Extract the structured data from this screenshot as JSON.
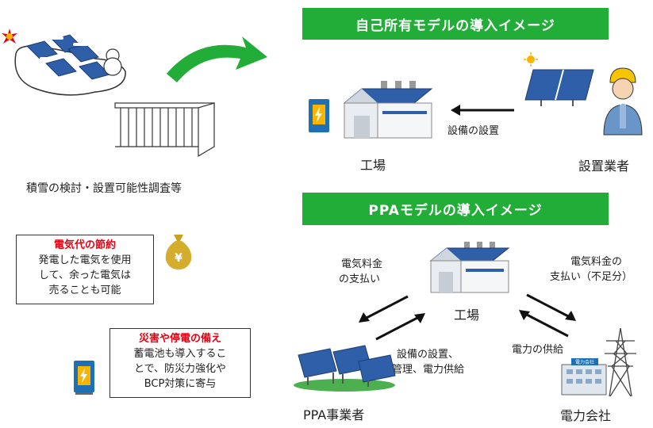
{
  "banners": {
    "self_owned": "自己所有モデルの導入イメージ",
    "ppa": "PPAモデルの導入イメージ"
  },
  "left": {
    "snow_caption": "積雪の検討・設置可能性調査等"
  },
  "box_saving": {
    "title": "電気代の節約",
    "lines": [
      "発電した電気を使用",
      "して、余った電気は",
      "売ることも可能"
    ]
  },
  "box_disaster": {
    "title": "災害や停電の備え",
    "lines": [
      "蓄電池も導入するこ",
      "とで、防災力強化や",
      "BCP対策に寄与"
    ]
  },
  "self_model": {
    "factory_label": "工場",
    "installer_label": "設置業者",
    "arrow_label": "設備の設置"
  },
  "ppa_model": {
    "factory_label": "工場",
    "ppa_operator_label": "PPA事業者",
    "power_company_label": "電力会社",
    "pay_ppa_lines": [
      "電気料金",
      "の支払い"
    ],
    "pay_utility_lines": [
      "電気料金の",
      "支払い（不足分）"
    ],
    "ppa_service_lines": [
      "設備の設置、",
      "管理、電力供給"
    ],
    "power_supply_label": "電力の供給",
    "building_sign": "電力会社"
  },
  "icons": {
    "money_bag_symbol": "¥"
  },
  "colors": {
    "banner_green": "#22ac38",
    "accent_red": "#e60012",
    "battery_blue": "#1f6fb5",
    "panel_blue": "#2f5fa8"
  }
}
